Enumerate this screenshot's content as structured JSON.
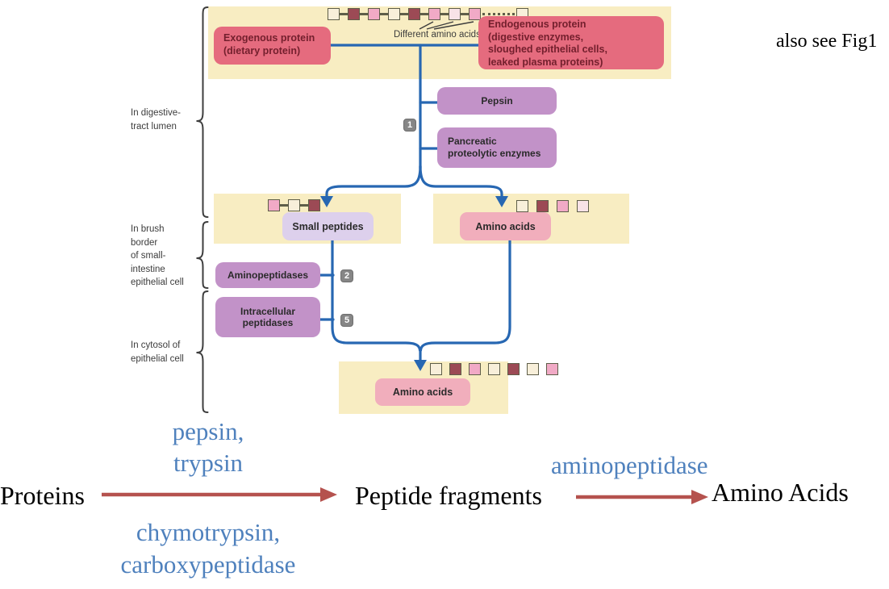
{
  "colors": {
    "blue_line": "#2767b2",
    "red_arrow": "#b5524e",
    "blue_text": "#4f81bd",
    "yellow_bg": "#f8edc2",
    "red_box": "#e56b7e",
    "red_box_text": "#731f2d",
    "purple_box": "#c292c8",
    "lavender_box": "#ddd0ec",
    "pink_box": "#f1aebc",
    "badge_bg": "#868686",
    "brace": "#3d3d3d",
    "square_line": "#5e5e49",
    "text_dark": "#3c3c3c",
    "box_text_dark": "#2a2a2a"
  },
  "note": {
    "top_right": "also see Fig1"
  },
  "regions": {
    "digestive": [
      "In digestive-",
      "tract lumen"
    ],
    "brush": [
      "In brush",
      "border",
      "of small-",
      "intestine",
      "epithelial cell"
    ],
    "cytosol": [
      "In cytosol of",
      "epithelial cell"
    ]
  },
  "diagram": {
    "chain_caption": "Different amino acids",
    "exogenous": [
      "Exogenous protein",
      "(dietary protein)"
    ],
    "endogenous": [
      "Endogenous protein",
      "(digestive enzymes,",
      "sloughed epithelial cells,",
      "leaked plasma proteins)"
    ],
    "pepsin": "Pepsin",
    "pancreatic": [
      "Pancreatic",
      "proteolytic enzymes"
    ],
    "aminopeptidases": "Aminopeptidases",
    "intracellular": [
      "Intracellular",
      "peptidases"
    ],
    "small_peptides": "Small peptides",
    "amino_acids_brush": "Amino acids",
    "amino_acids_cytosol": "Amino acids",
    "badges": {
      "lumen": "1",
      "brush": "2",
      "cytosol": "5"
    }
  },
  "squares": {
    "palette": {
      "cream": "#f8efda",
      "dark": "#9c4a55",
      "pink": "#f1aac6",
      "pale": "#f8e2e7"
    },
    "top_chain": [
      "cream",
      "dark",
      "pink",
      "cream",
      "dark",
      "pink",
      "pale",
      "pink",
      "dots",
      "cream"
    ],
    "small_peptides": [
      "pink",
      "cream",
      "dark"
    ],
    "amino_acids_brush": [
      "cream",
      "dark",
      "pink",
      "pale"
    ],
    "amino_acids_cytosol": [
      "cream",
      "dark",
      "pink",
      "cream",
      "dark",
      "cream",
      "pink"
    ]
  },
  "summary": {
    "nodes": [
      "Proteins",
      "Peptide fragments",
      "Amino Acids"
    ],
    "stage1_above": [
      "pepsin,",
      "trypsin"
    ],
    "stage1_below": [
      "chymotrypsin,",
      "carboxypeptidase"
    ],
    "stage2_above": "aminopeptidase"
  }
}
